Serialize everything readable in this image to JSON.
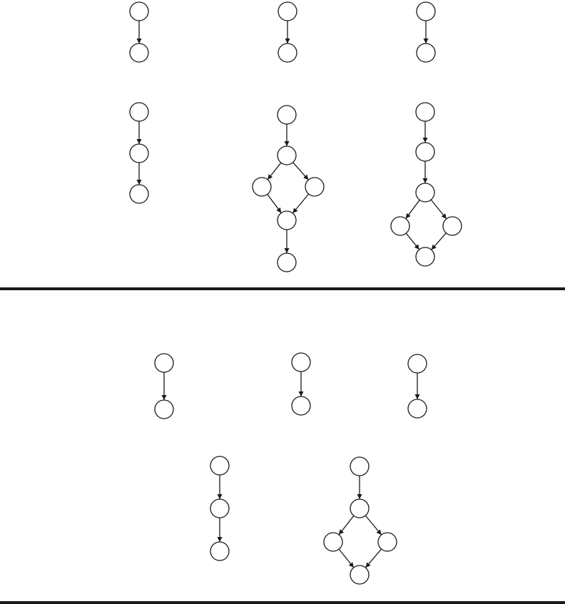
{
  "colors": {
    "background": "#ffffff",
    "stroke": "#1a1a1a"
  },
  "panels": [
    {
      "id": "top",
      "graphs": [
        {
          "id": "g1",
          "nodes": [
            "a",
            "b"
          ],
          "edges": [
            [
              "a",
              "b"
            ]
          ]
        },
        {
          "id": "g2",
          "nodes": [
            "a",
            "b"
          ],
          "edges": [
            [
              "a",
              "b"
            ]
          ]
        },
        {
          "id": "g3",
          "nodes": [
            "a",
            "b"
          ],
          "edges": [
            [
              "a",
              "b"
            ]
          ]
        },
        {
          "id": "g4",
          "nodes": [
            "a",
            "b",
            "c"
          ],
          "edges": [
            [
              "a",
              "b"
            ],
            [
              "b",
              "c"
            ]
          ]
        },
        {
          "id": "g5",
          "nodes": [
            "a",
            "b",
            "c",
            "d",
            "e",
            "f"
          ],
          "edges": [
            [
              "a",
              "b"
            ],
            [
              "b",
              "c"
            ],
            [
              "b",
              "d"
            ],
            [
              "c",
              "e"
            ],
            [
              "d",
              "e"
            ],
            [
              "e",
              "f"
            ]
          ]
        },
        {
          "id": "g6",
          "nodes": [
            "a",
            "b",
            "c",
            "d",
            "e",
            "f"
          ],
          "edges": [
            [
              "a",
              "b"
            ],
            [
              "b",
              "c"
            ],
            [
              "c",
              "d"
            ],
            [
              "c",
              "e"
            ],
            [
              "d",
              "f"
            ],
            [
              "e",
              "f"
            ]
          ]
        }
      ]
    },
    {
      "id": "bottom",
      "graphs": [
        {
          "id": "g7",
          "nodes": [
            "a",
            "b"
          ],
          "edges": [
            [
              "a",
              "b"
            ]
          ]
        },
        {
          "id": "g8",
          "nodes": [
            "a",
            "b"
          ],
          "edges": [
            [
              "a",
              "b"
            ]
          ]
        },
        {
          "id": "g9",
          "nodes": [
            "a",
            "b"
          ],
          "edges": [
            [
              "a",
              "b"
            ]
          ]
        },
        {
          "id": "g10",
          "nodes": [
            "a",
            "b",
            "c"
          ],
          "edges": [
            [
              "a",
              "b"
            ],
            [
              "b",
              "c"
            ]
          ]
        },
        {
          "id": "g11",
          "nodes": [
            "a",
            "b",
            "c",
            "d",
            "e"
          ],
          "edges": [
            [
              "a",
              "b"
            ],
            [
              "b",
              "c"
            ],
            [
              "b",
              "d"
            ],
            [
              "c",
              "e"
            ],
            [
              "d",
              "e"
            ]
          ]
        }
      ]
    }
  ]
}
